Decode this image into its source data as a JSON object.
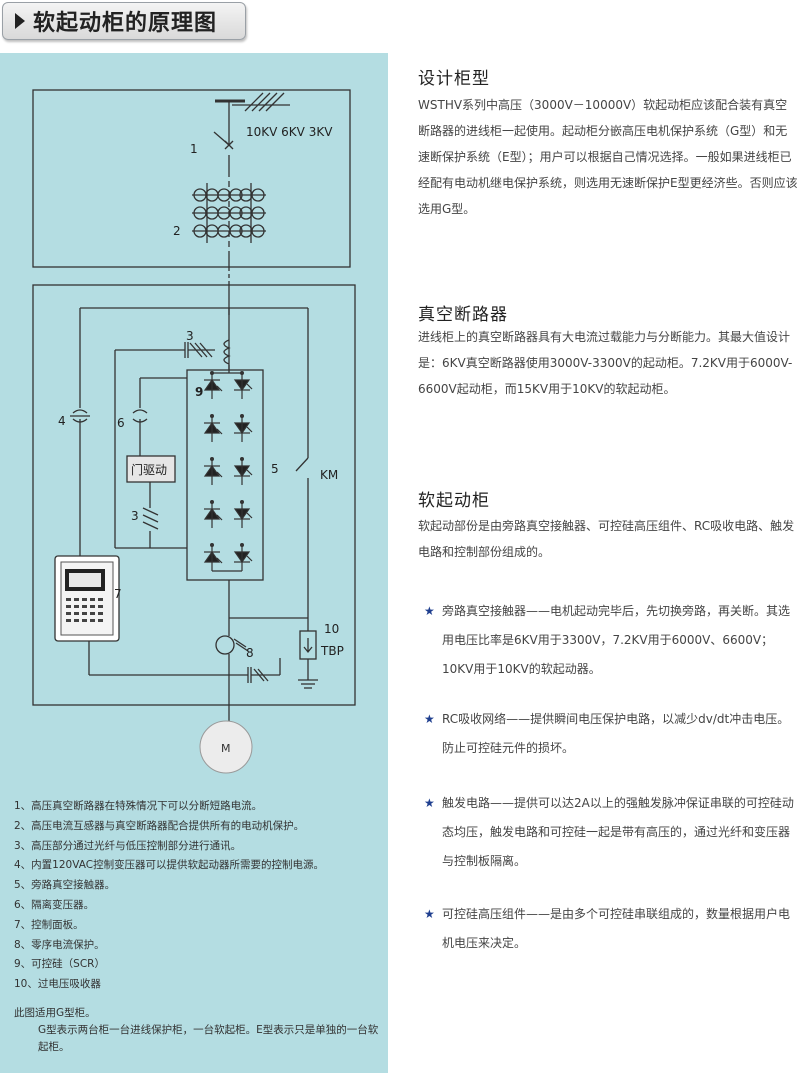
{
  "page": {
    "title": "软起动柜的原理图"
  },
  "diagram": {
    "voltage_label": "10KV 6KV 3KV",
    "num_1": "1",
    "num_2": "2",
    "num_3a": "3",
    "num_3b": "3",
    "num_4": "4",
    "num_5": "5",
    "num_6": "6",
    "num_7": "7",
    "num_8": "8",
    "num_9": "9",
    "num_10": "10",
    "door_drive": "门驱动",
    "km": "KM",
    "tbp": "TBP",
    "motor": "M"
  },
  "legend": {
    "items": [
      "1、高压真空断路器在特殊情况下可以分断短路电流。",
      "2、高压电流互感器与真空断路器配合提供所有的电动机保护。",
      "3、高压部分通过光纤与低压控制部分进行通讯。",
      "4、内置120VAC控制变压器可以提供软起动器所需要的控制电源。",
      "5、旁路真空接触器。",
      "6、隔离变压器。",
      "7、控制面板。",
      "8、零序电流保护。",
      "9、可控硅（SCR）",
      "10、过电压吸收器"
    ],
    "note_line1": "此图适用G型柜。",
    "note_line2": "G型表示两台柜一台进线保护柜，一台软起柜。E型表示只是单独的一台软起柜。"
  },
  "sections": {
    "design": {
      "title": "设计柜型",
      "body": "WSTHV系列中高压（3000V－10000V）软起动柜应该配合装有真空断路器的进线柜一起使用。起动柜分嵌高压电机保护系统（G型）和无速断保护系统（E型）；用户可以根据自己情况选择。一般如果进线柜已经配有电动机继电保护系统，则选用无速断保护E型更经济些。否则应该选用G型。"
    },
    "breaker": {
      "title": "真空断路器",
      "body": "进线柜上的真空断路器具有大电流过载能力与分断能力。其最大值设计是：6KV真空断路器使用3000V-3300V的起动柜。7.2KV用于6000V-6600V起动柜，而15KV用于10KV的软起动柜。"
    },
    "softstart": {
      "title": "软起动柜",
      "intro": "软起动部份是由旁路真空接触器、可控硅高压组件、RC吸收电路、触发电路和控制部份组成的。",
      "bullets": [
        "旁路真空接触器——电机起动完毕后，先切换旁路，再关断。其选用电压比率是6KV用于3300V，7.2KV用于6000V、6600V；10KV用于10KV的软起动器。",
        "RC吸收网络——提供瞬间电压保护电路，以减少dv/dt冲击电压。防止可控硅元件的损坏。",
        "触发电路——提供可以达2A以上的强触发脉冲保证串联的可控硅动态均压，触发电路和可控硅一起是带有高压的，通过光纤和变压器与控制板隔离。",
        "可控硅高压组件——是由多个可控硅串联组成的，数量根据用户电机电压来决定。"
      ],
      "star": "★"
    }
  }
}
